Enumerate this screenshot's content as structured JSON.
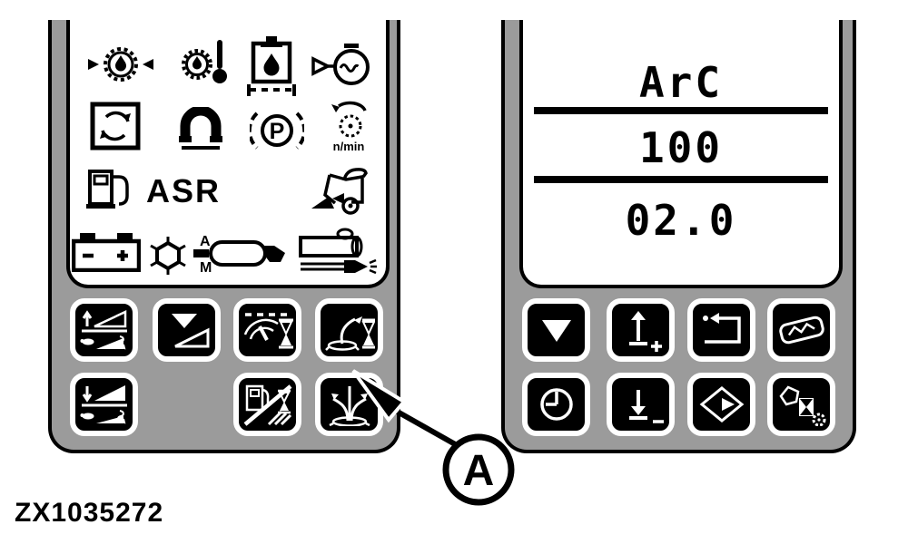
{
  "figure": {
    "code": "ZX1035272",
    "callout_label": "A"
  },
  "colors": {
    "panel_gray": "#9b9b9b",
    "ink": "#000000",
    "paper": "#ffffff"
  },
  "left_panel": {
    "asr_label": "ASR",
    "nmin_label": "n/min",
    "parking_label": "P",
    "am_a_label": "A",
    "am_m_label": "M",
    "indicators": [
      "transmission-oil-pressure-icon",
      "transmission-oil-temperature-icon",
      "hydraulic-oil-level-icon",
      "air-filter-restriction-icon",
      "recirculation-icon",
      "magnetic-clutch-icon",
      "parking-brake-icon",
      "engine-speed-icon",
      "fuel-level-icon",
      "asr-label",
      "harvester-icon",
      "battery-icon",
      "snowflake-icon",
      "air-tank-spray-gun-icon",
      "water-spray-nozzle-icon"
    ],
    "buttons": [
      "raise-header-button",
      "lower-header-button",
      "wiper-interval-button",
      "spout-auto-interval-button",
      "lower-header-slow-button",
      "fuel-saver-interval-button",
      "spread-flow-button"
    ]
  },
  "right_panel": {
    "lcd": {
      "line1": "ArC",
      "line2": "100",
      "line3": "02.0"
    },
    "buttons": [
      "scroll-down-button",
      "increase-button",
      "return-button",
      "trailer-select-button",
      "time-button",
      "decrease-button",
      "enter-button",
      "diagnostics-button"
    ]
  }
}
